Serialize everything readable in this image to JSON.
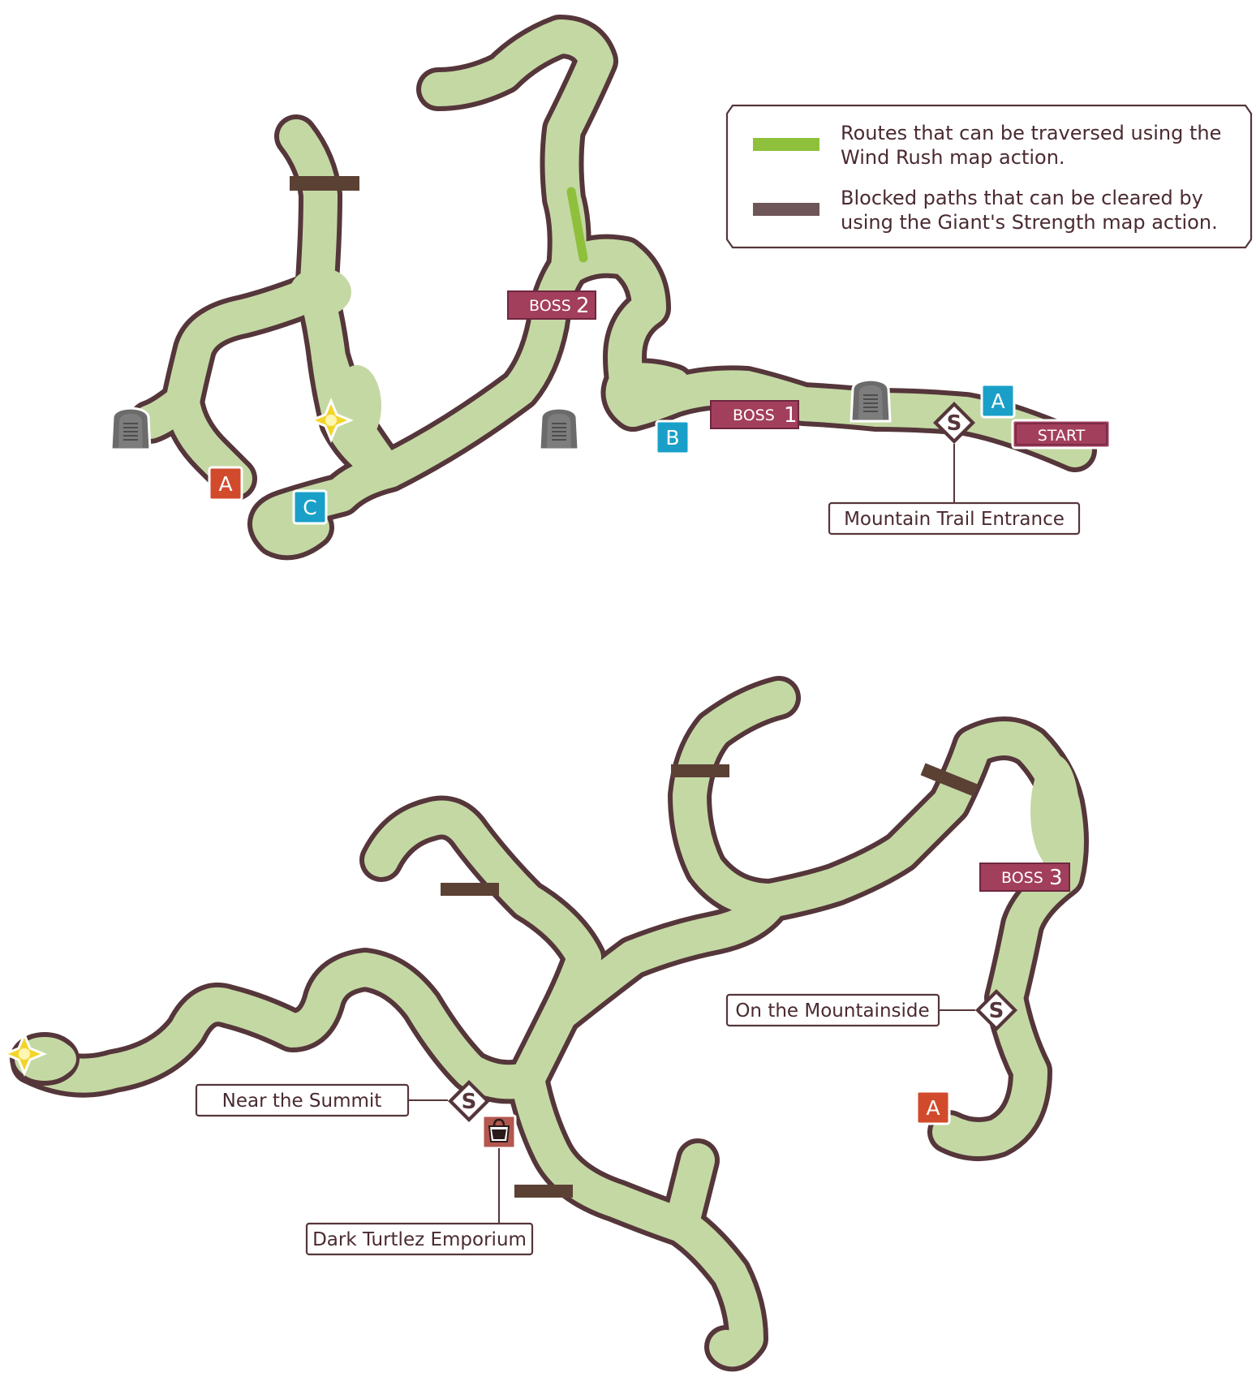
{
  "legend": {
    "wind_rush_line1": "Routes that can be traversed using the",
    "wind_rush_line2": "Wind Rush map action.",
    "giant_line1": "Blocked paths that can be cleared by",
    "giant_line2": "using the Giant's Strength map action.",
    "wind_rush_color": "#8fc03c",
    "giant_color": "#6e5558"
  },
  "upper_map": {
    "start_label": "START",
    "boss1": {
      "word": "BOSS",
      "num": "1"
    },
    "boss2": {
      "word": "BOSS",
      "num": "2"
    },
    "warp_entrance_label": "Mountain Trail Entrance",
    "marker_a_blue": "A",
    "marker_b_blue": "B",
    "marker_c_blue": "C",
    "marker_a_red": "A"
  },
  "lower_map": {
    "boss3": {
      "word": "BOSS",
      "num": "3"
    },
    "warp_mountainside_label": "On the Mountainside",
    "warp_summit_label": "Near the Summit",
    "shop_label": "Dark Turtlez Emporium",
    "marker_a_red": "A"
  },
  "icons": {
    "save_point": "save-point-icon",
    "stone_tablet": "stone-tablet-icon",
    "treasure_sparkle": "sparkle-icon",
    "shop": "shop-bag-icon"
  },
  "colors": {
    "trail_fill": "#c4d8a4",
    "trail_outline": "#55363a",
    "boss_badge": "#a23f5c",
    "marker_blue": "#1aa0c8",
    "marker_red": "#d24a2c"
  }
}
